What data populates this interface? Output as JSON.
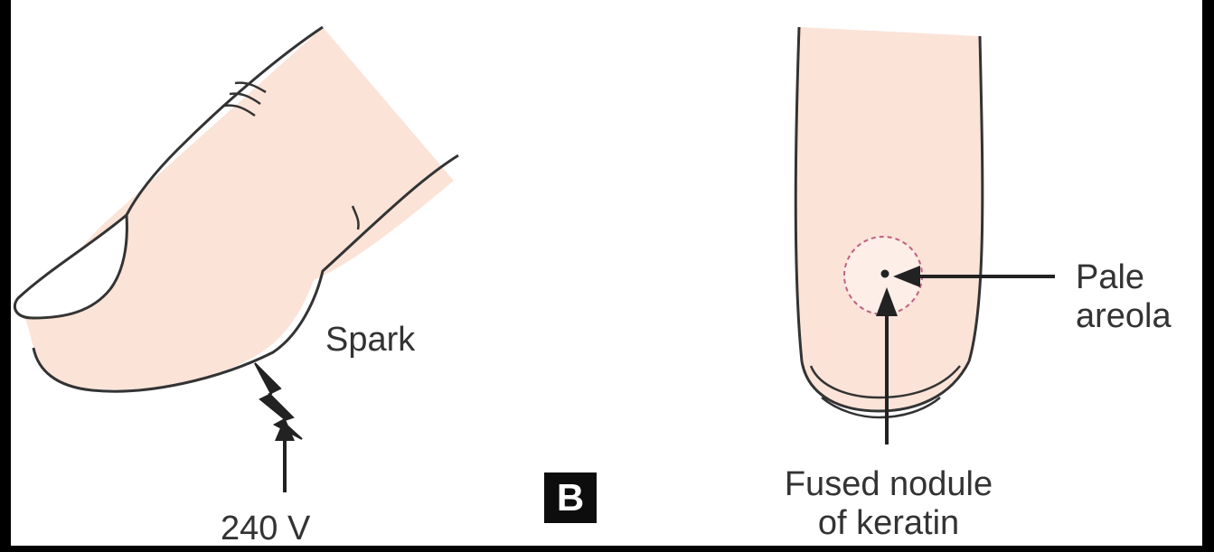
{
  "figure": {
    "panel_label": "B",
    "labels": {
      "spark": "Spark",
      "voltage": "240 V",
      "pale_areola_line1": "Pale",
      "pale_areola_line2": "areola",
      "fused_line1": "Fused nodule",
      "fused_line2": "of keratin"
    }
  },
  "colors": {
    "skin": "#fbe3d8",
    "outline": "#333333",
    "background": "#ffffff",
    "frame": "#000000",
    "areola_dash": "#c06080"
  },
  "icons": {
    "spark": "lightning-bolt-icon",
    "arrows": "arrow-icon"
  }
}
